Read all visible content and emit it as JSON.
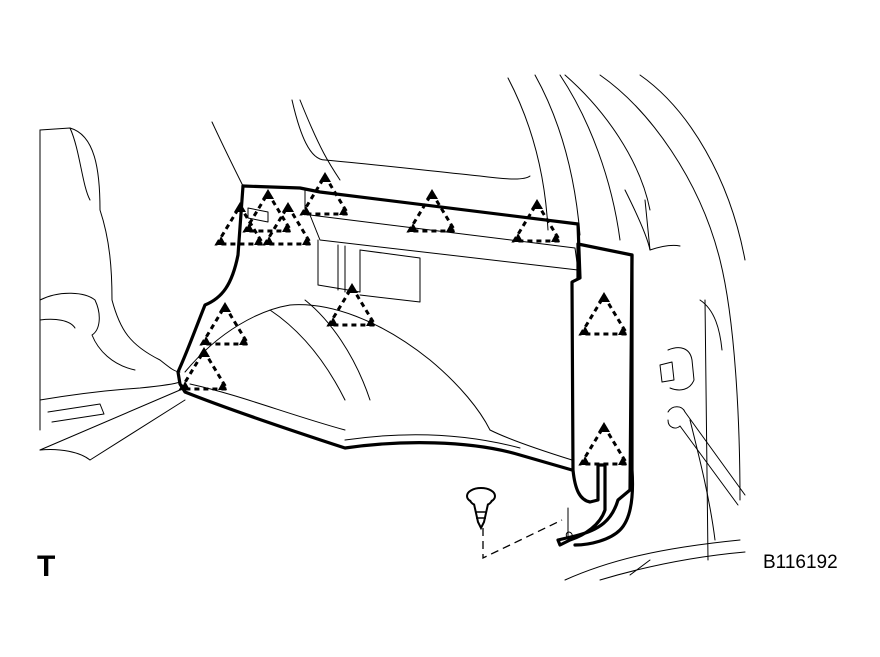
{
  "labels": {
    "view_marker": "T",
    "figure_code": "B116192"
  },
  "clip_markers": {
    "count": 11,
    "icon": "dashed-triangle-clip-icon"
  },
  "fastener": {
    "icon": "push-clip-icon"
  }
}
